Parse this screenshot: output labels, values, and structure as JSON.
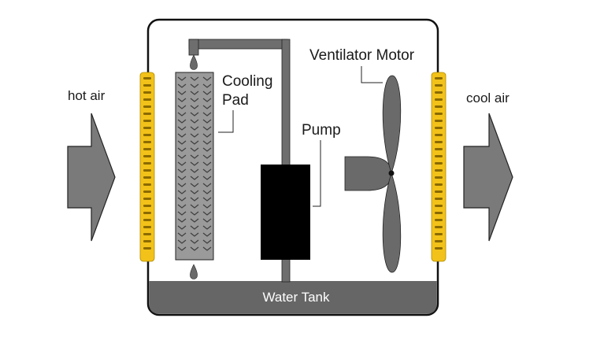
{
  "labels": {
    "hot_air": "hot air",
    "cool_air": "cool air",
    "cooling_pad_line1": "Cooling",
    "cooling_pad_line2": "Pad",
    "pump": "Pump",
    "ventilator_motor": "Ventilator Motor",
    "water_tank": "Water Tank"
  },
  "colors": {
    "outline": "#111111",
    "tank_fill": "#666666",
    "pad_fill": "#9a9a9a",
    "pipe_fill": "#6e6e6e",
    "pump_fill": "#000000",
    "fan_fill": "#6a6a6a",
    "arrow_fill": "#7a7a7a",
    "filter_fill": "#f2c21a",
    "filter_slot": "#8a6a00",
    "background": "#ffffff"
  },
  "icons": {
    "inlet_arrow": "right-arrow-icon",
    "outlet_arrow": "right-arrow-icon",
    "water_drop": "water-drop-icon",
    "fan": "fan-icon"
  }
}
